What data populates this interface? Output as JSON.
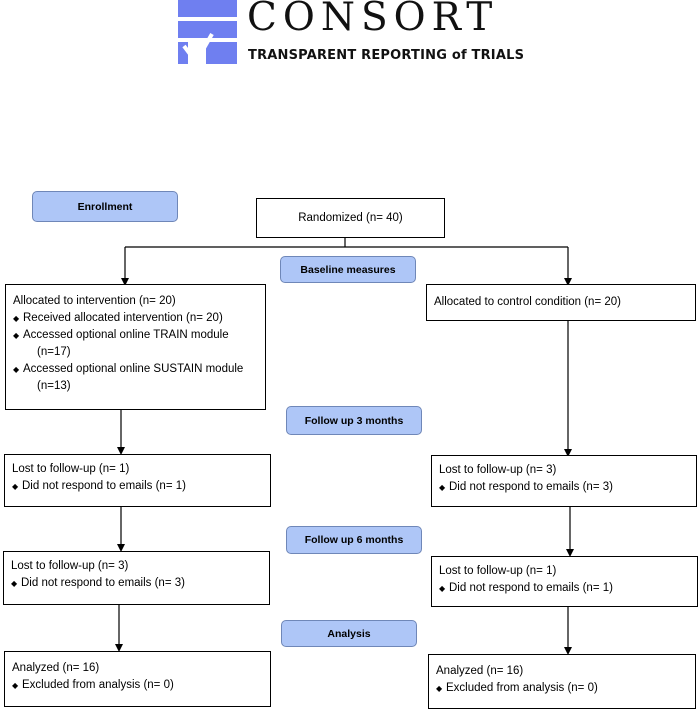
{
  "header": {
    "title": "CONSORT",
    "subtitle": "TRANSPARENT REPORTING of TRIALS",
    "logo_icon": "consort-checkmark-logo-icon",
    "accent_color": "#6f7ff0"
  },
  "stages": {
    "enrollment": "Enrollment",
    "baseline": "Baseline measures",
    "followup3": "Follow up 3 months",
    "followup6": "Follow up 6 months",
    "analysis": "Analysis"
  },
  "randomized": "Randomized (n= 40)",
  "intervention": {
    "allocated": {
      "title": "Allocated to intervention (n= 20)",
      "items": [
        [
          "Received allocated intervention (n= 20)"
        ],
        [
          "Accessed optional online TRAIN module",
          "(n=17)"
        ],
        [
          "Accessed optional online SUSTAIN module",
          "(n=13)"
        ]
      ]
    },
    "lost3": {
      "title": "Lost to follow-up (n= 1)",
      "item": "Did not respond to emails (n= 1)"
    },
    "lost6": {
      "title": "Lost to follow-up (n= 3)",
      "item": "Did not respond to emails (n= 3)"
    },
    "analyzed": {
      "title": "Analyzed (n= 16)",
      "item": "Excluded from analysis (n= 0)"
    }
  },
  "control": {
    "allocated": {
      "title": "Allocated to control condition (n= 20)"
    },
    "lost3": {
      "title": "Lost to follow-up (n= 3)",
      "item": "Did not respond to emails (n= 3)"
    },
    "lost6": {
      "title": "Lost to follow-up (n= 1)",
      "item": "Did not respond to emails (n= 1)"
    },
    "analyzed": {
      "title": "Analyzed (n= 16)",
      "item": "Excluded from analysis (n= 0)"
    }
  },
  "colors": {
    "stage_fill": "#aec6f7",
    "stage_border": "#6f87b8",
    "line": "#000000"
  }
}
